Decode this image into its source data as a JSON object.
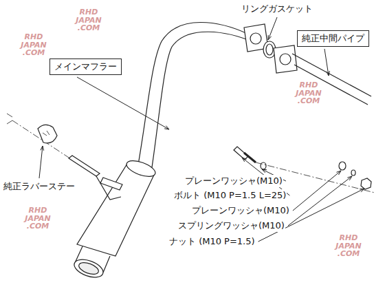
{
  "diagram": {
    "nodes": [
      {
        "text": [
          "メインマフラー"
        ]
      },
      {
        "text": [
          "純正中間パイプ"
        ]
      }
    ],
    "labels": [
      "リングガスケット",
      "純正ラバーステー",
      "プレーンワッシャ(M10)",
      "ボルト (M10 P=1.5 L=25)",
      "プレーンワッシャ(M10)",
      "スプリングワッシャ(M10)",
      "ナット (M10 P=1.5)",
      "RHD JAPAN .COM",
      "RHD JAPAN .COM",
      "RHD JAPAN .COM",
      "RHD JAPAN .COM",
      "RHD JAPAN .COM"
    ]
  }
}
